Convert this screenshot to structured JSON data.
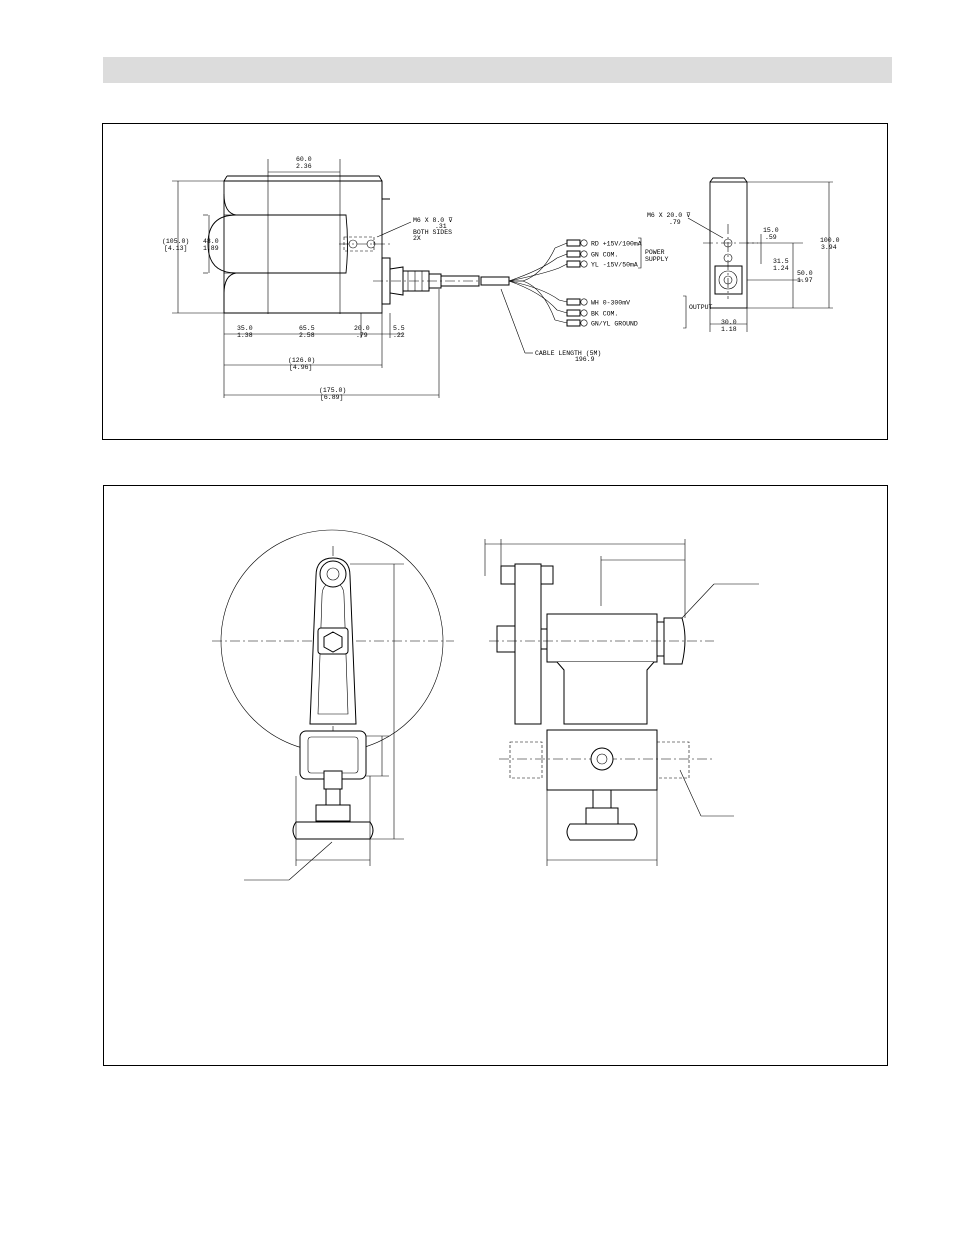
{
  "banner": {
    "color": "#dcdcdc"
  },
  "drawing_top": {
    "dims": {
      "top_width_mm": "60.0",
      "top_width_in": "2.36",
      "height_mm": "(105.0)",
      "height_in": "[4.13]",
      "slot_mm": "48.0",
      "slot_in": "1.89",
      "seg1_mm": "35.0",
      "seg1_in": "1.38",
      "seg2_mm": "65.5",
      "seg2_in": "2.58",
      "seg3_mm": "20.0",
      "seg3_in": ".79",
      "seg4_mm": "5.5",
      "seg4_in": ".22",
      "overall1_mm": "(126.0)",
      "overall1_in": "[4.96]",
      "overall2_mm": "(175.0)",
      "overall2_in": "[6.89]",
      "side_height_mm": "100.0",
      "side_height_in": "3.94",
      "side_off1_mm": "15.0",
      "side_off1_in": ".59",
      "side_off2_mm": "31.5",
      "side_off2_in": "1.24",
      "side_off3_mm": "50.0",
      "side_off3_in": "1.97",
      "side_width_mm": "30.0",
      "side_width_in": "1.18"
    },
    "callouts": {
      "thread1_line1": "M6 X 8.0 ⊽",
      "thread1_line2": ".31",
      "thread1_line3": "BOTH SIDES",
      "thread1_line4": "2X",
      "thread2_line1": "M6 X 20.0 ⊽",
      "thread2_line2": ".79",
      "cable_line1": "CABLE LENGTH (5M)",
      "cable_line2": "196.9"
    },
    "wires": {
      "w1": "RD +15V/100mA",
      "w2": "GN COM.",
      "w3": "YL -15V/50mA",
      "w4": "WH 0-300mV",
      "w5": "BK COM.",
      "w6": "GN/YL GROUND",
      "group_power_1": "POWER",
      "group_power_2": "SUPPLY",
      "group_output": "OUTPUT"
    }
  }
}
